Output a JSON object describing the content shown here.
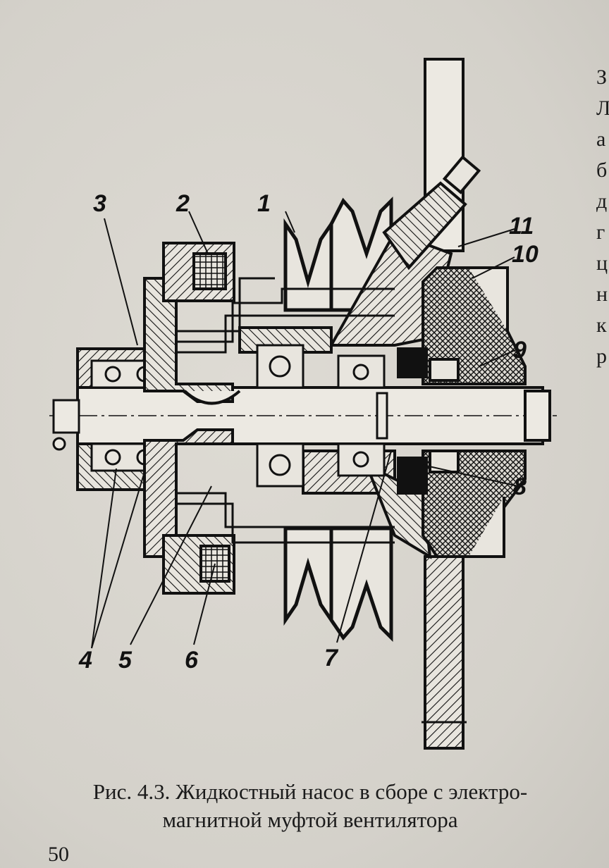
{
  "figure": {
    "callouts": [
      "1",
      "2",
      "3",
      "4",
      "5",
      "6",
      "7",
      "8",
      "9",
      "10",
      "11"
    ],
    "caption_line1": "Рис. 4.3. Жидкостный насос в сборе с электро-",
    "caption_line2": "магнитной муфтой вентилятора"
  },
  "page_number": "50",
  "margin_letters": [
    "З",
    "Л",
    "а",
    "б",
    "д",
    "г",
    "ц",
    "н",
    "к",
    "р"
  ]
}
